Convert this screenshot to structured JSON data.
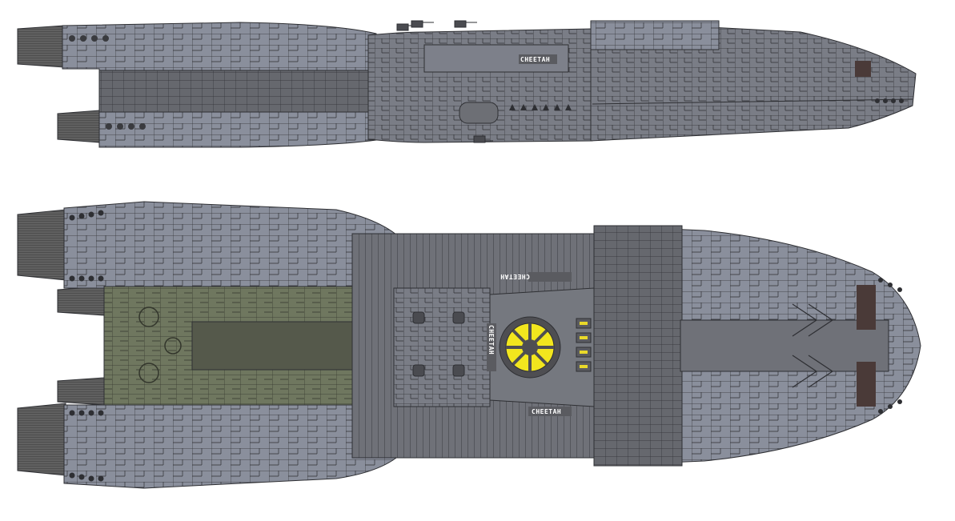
{
  "colors": {
    "background": "#ffffff",
    "hull_light": "#8a8f9c",
    "hull_mid": "#75787f",
    "hull_dark": "#5c5d61",
    "panel_line": "#2e2f33",
    "engine_bell": "#606060",
    "rust_accent": "#4a3a38",
    "green_bay": "#6f775f",
    "green_bay_dark": "#55594b",
    "target_yellow": "#f2e61e",
    "target_ring": "#4e4e52"
  },
  "side_view": {
    "markings": [
      {
        "text": "CHEETAH"
      }
    ]
  },
  "top_view": {
    "markings": [
      {
        "text": "CHEETAH"
      },
      {
        "text": "CHEETAH"
      },
      {
        "text": "CHEETAH"
      }
    ],
    "hangar_lights": {
      "count": 4,
      "color": "#e9d92a"
    }
  },
  "icons": {
    "engine": "engine-nozzle-icon",
    "turret": "turret-icon",
    "landing_target": "landing-target-icon"
  }
}
